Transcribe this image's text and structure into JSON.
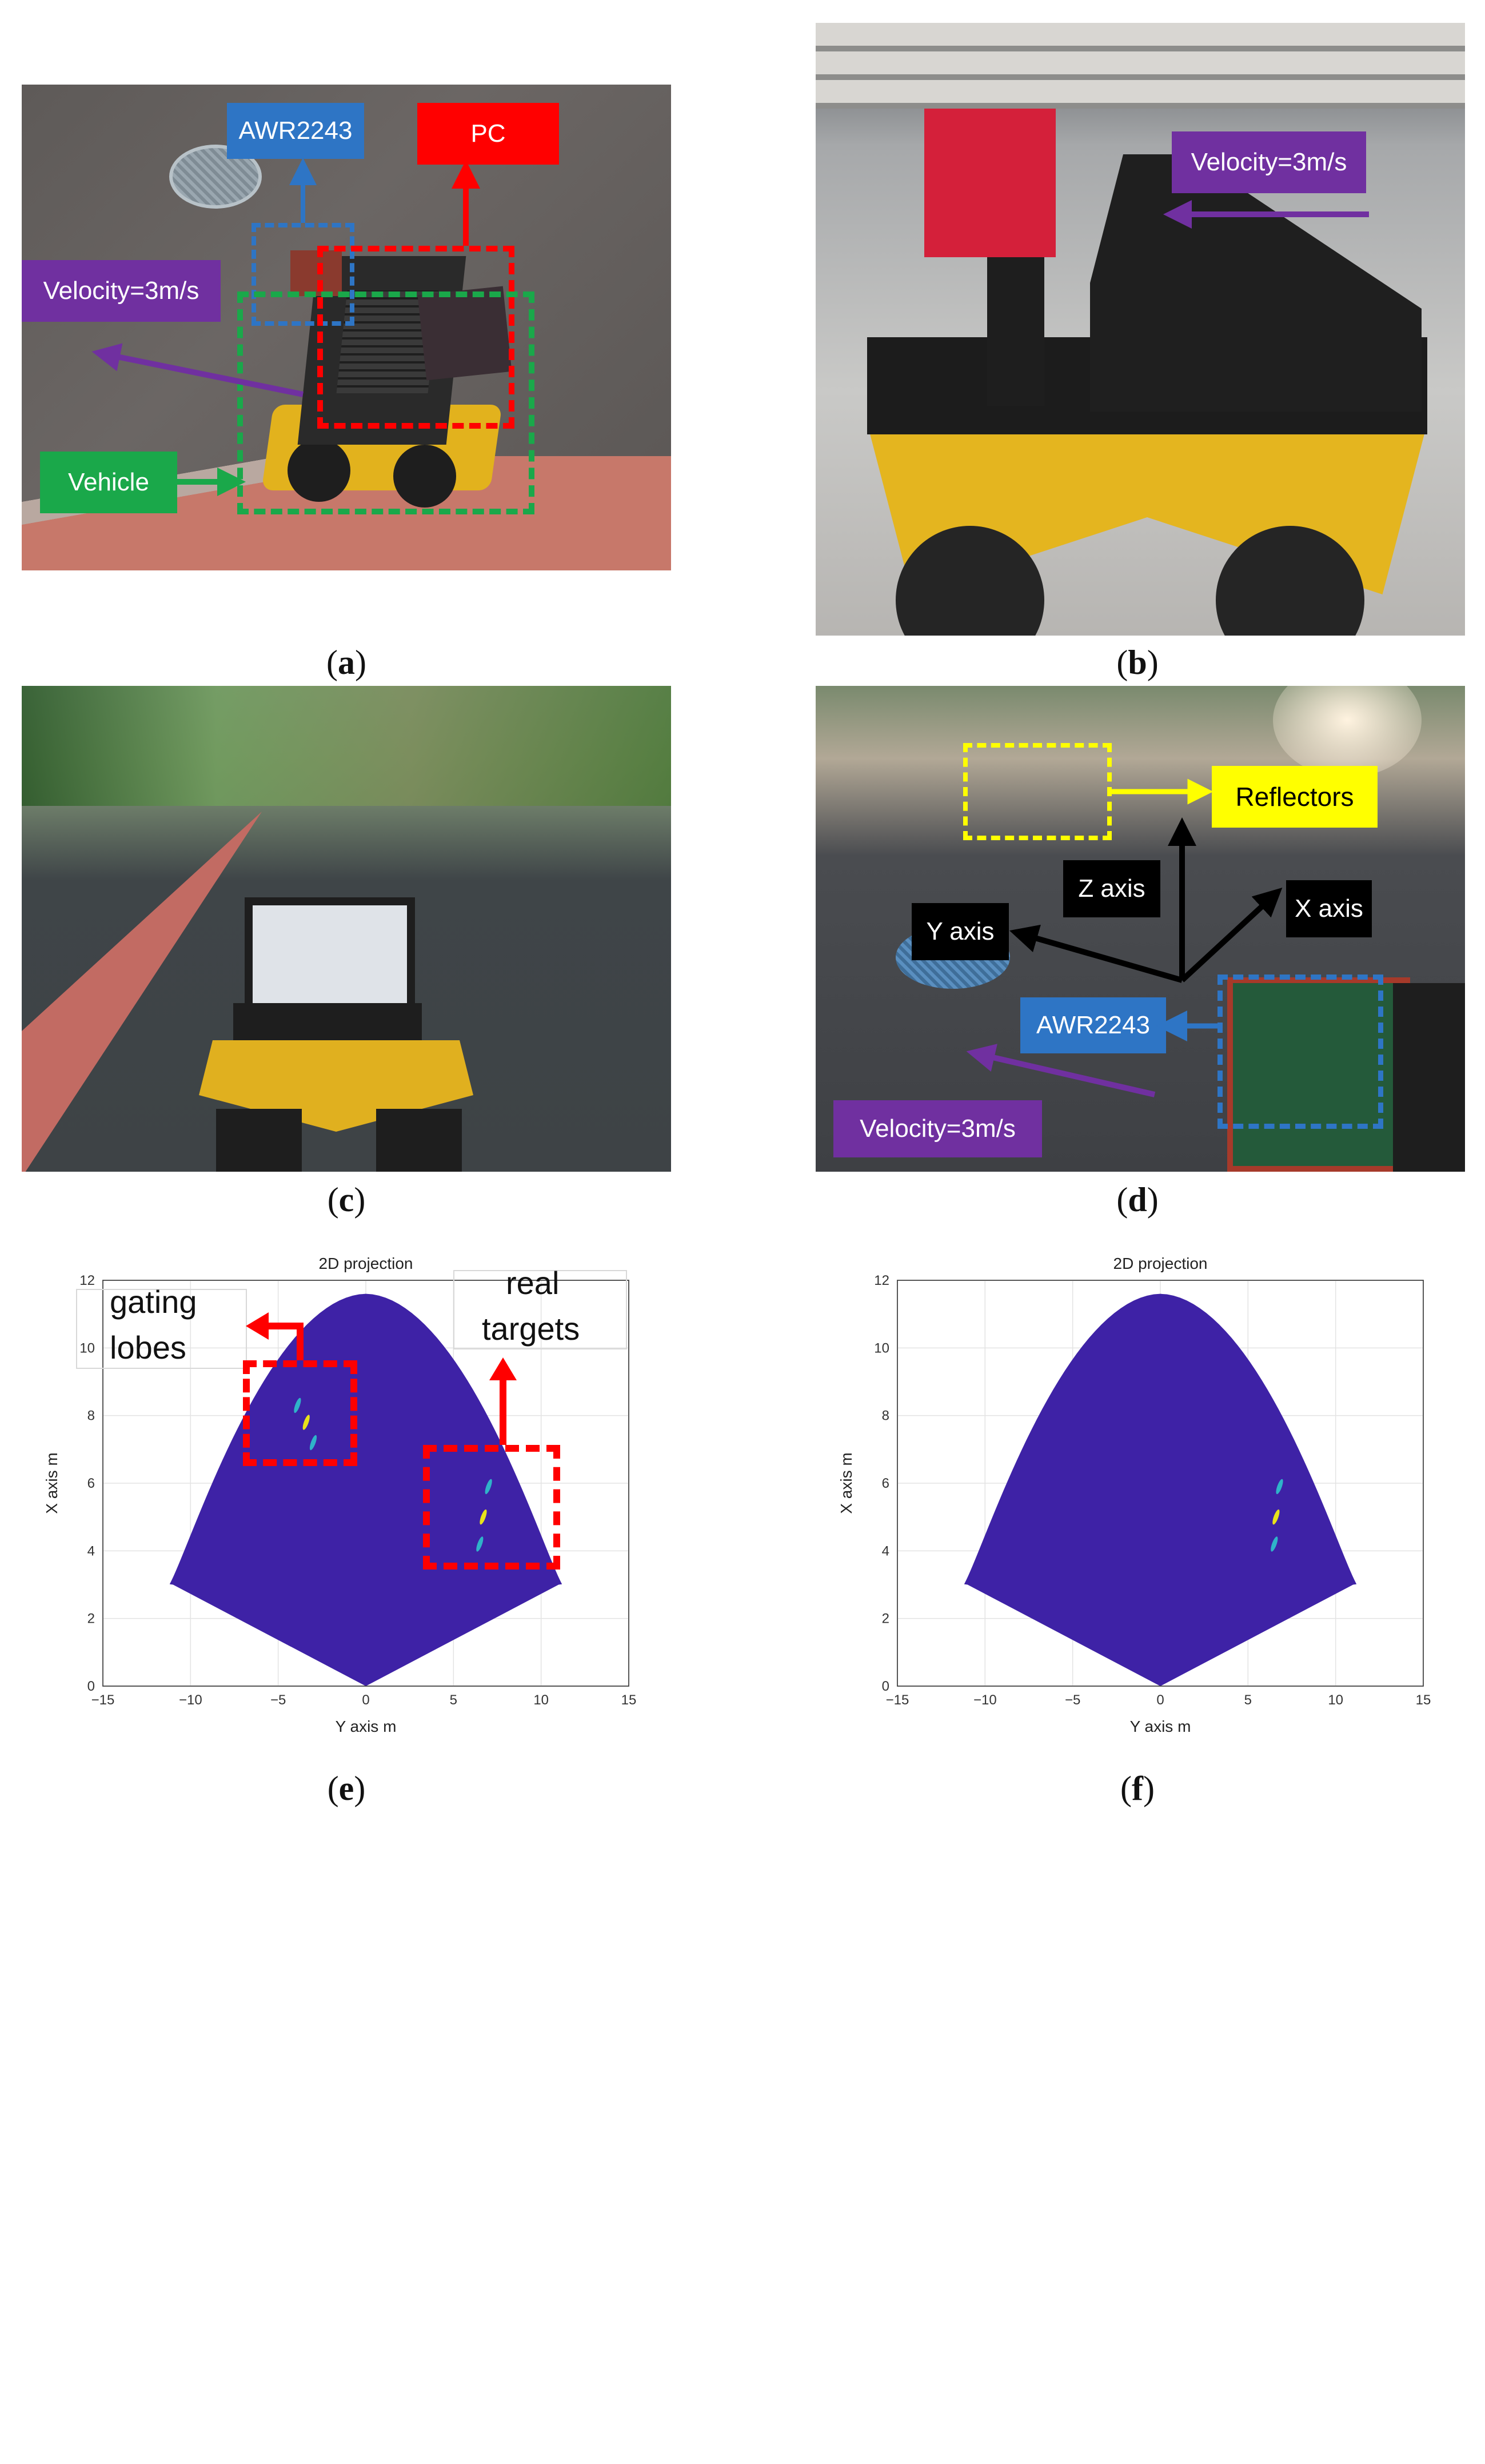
{
  "panels": {
    "a": {
      "caption_open": "(",
      "caption_letter": "a",
      "caption_close": ")",
      "labels": {
        "awr": "AWR2243",
        "pc": "PC",
        "velocity": "Velocity=3m/s",
        "vehicle": "Vehicle"
      },
      "colors": {
        "awr": "#2e75c5",
        "pc": "#ff0000",
        "velocity": "#7030a0",
        "vehicle": "#1aa84a"
      }
    },
    "b": {
      "caption_open": "(",
      "caption_letter": "b",
      "caption_close": ")",
      "labels": {
        "velocity": "Velocity=3m/s"
      }
    },
    "c": {
      "caption_open": "(",
      "caption_letter": "c",
      "caption_close": ")"
    },
    "d": {
      "caption_open": "(",
      "caption_letter": "d",
      "caption_close": ")",
      "labels": {
        "reflectors": "Reflectors",
        "z_axis": "Z axis",
        "y_axis": "Y axis",
        "x_axis": "X axis",
        "awr": "AWR2243",
        "velocity": "Velocity=3m/s"
      },
      "colors": {
        "reflectors": "#ffff00",
        "axis": "#000000"
      }
    },
    "e": {
      "caption_open": "(",
      "caption_letter": "e",
      "caption_close": ")",
      "annotations": {
        "gating_line1": "gating",
        "gating_line2": "lobes",
        "real_line1": "real",
        "real_line2": "targets"
      }
    },
    "f": {
      "caption_open": "(",
      "caption_letter": "f",
      "caption_close": ")"
    }
  },
  "chart_data": [
    {
      "type": "heatmap",
      "title": "2D projection",
      "xlabel": "Y axis m",
      "ylabel": "X axis m",
      "xlim": [
        -15,
        15
      ],
      "ylim": [
        0,
        12
      ],
      "xticks": [
        "−15",
        "−10",
        "−5",
        "0",
        "5",
        "10",
        "15"
      ],
      "yticks": [
        "0",
        "2",
        "4",
        "6",
        "8",
        "10",
        "12"
      ],
      "grid": true,
      "field_color": "#3e22a6",
      "max_range_m": 11.6,
      "field_boundary": [
        [
          0,
          0
        ],
        [
          -11,
          3
        ],
        [
          11,
          3
        ]
      ],
      "hotspots": [
        {
          "x": -3.9,
          "y": 8.3
        },
        {
          "x": -3.4,
          "y": 7.8
        },
        {
          "x": -3.0,
          "y": 7.2
        },
        {
          "x": 7.0,
          "y": 5.9
        },
        {
          "x": 6.7,
          "y": 5.0
        },
        {
          "x": 6.5,
          "y": 4.2
        }
      ]
    },
    {
      "type": "heatmap",
      "title": "2D projection",
      "xlabel": "Y axis m",
      "ylabel": "X axis m",
      "xlim": [
        -15,
        15
      ],
      "ylim": [
        0,
        12
      ],
      "xticks": [
        "−15",
        "−10",
        "−5",
        "0",
        "5",
        "10",
        "15"
      ],
      "yticks": [
        "0",
        "2",
        "4",
        "6",
        "8",
        "10",
        "12"
      ],
      "grid": true,
      "field_color": "#3e22a6",
      "max_range_m": 11.6,
      "field_boundary": [
        [
          0,
          0
        ],
        [
          -11,
          3
        ],
        [
          11,
          3
        ]
      ],
      "hotspots": [
        {
          "x": 6.8,
          "y": 5.9
        },
        {
          "x": 6.6,
          "y": 5.0
        },
        {
          "x": 6.5,
          "y": 4.2
        }
      ]
    }
  ]
}
